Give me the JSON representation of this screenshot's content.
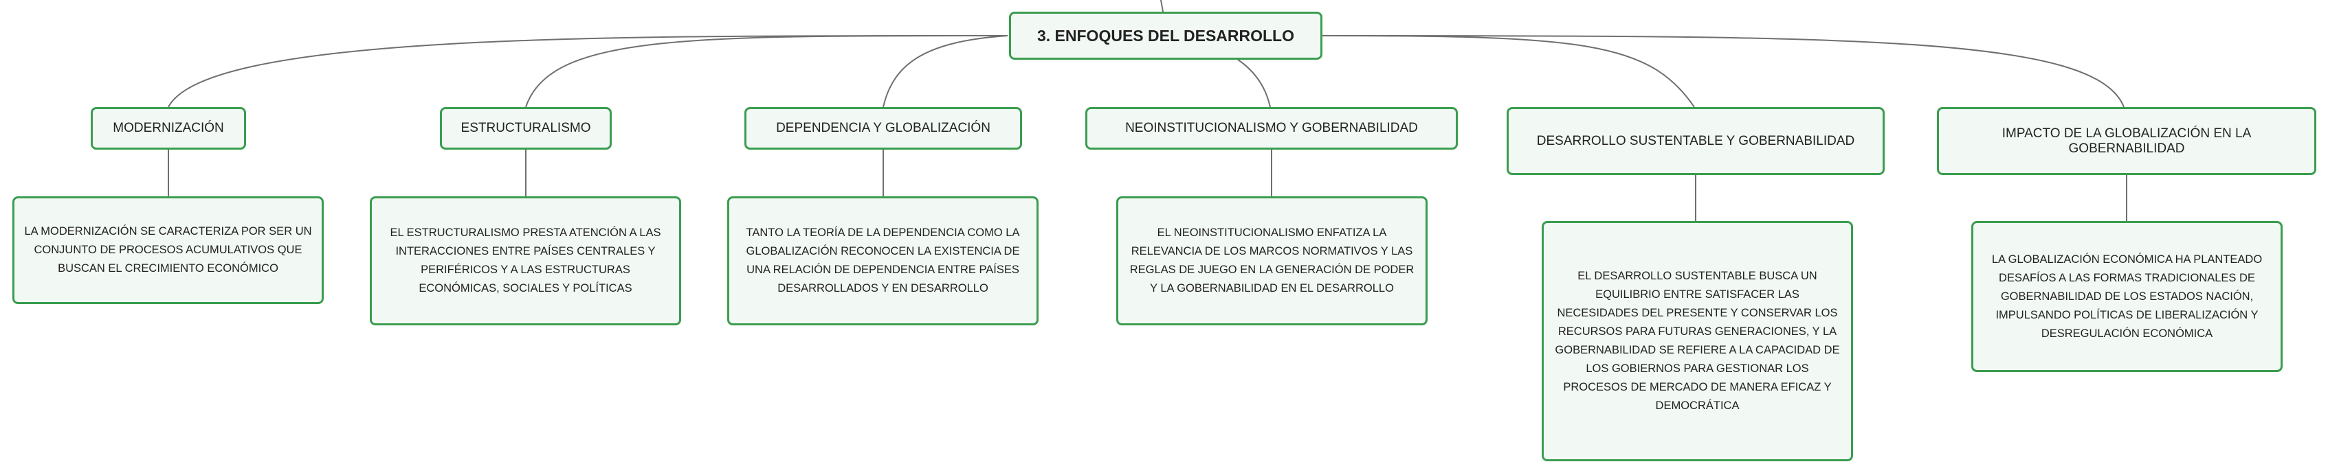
{
  "root": {
    "label": "3. ENFOQUES DEL DESARROLLO"
  },
  "branches": [
    {
      "label": "MODERNIZACIÓN",
      "description": "LA MODERNIZACIÓN SE CARACTERIZA POR SER UN CONJUNTO DE PROCESOS ACUMULATIVOS QUE BUSCAN EL CRECIMIENTO ECONÓMICO"
    },
    {
      "label": "ESTRUCTURALISMO",
      "description": "EL ESTRUCTURALISMO PRESTA ATENCIÓN A LAS INTERACCIONES ENTRE PAÍSES CENTRALES Y PERIFÉRICOS Y A LAS ESTRUCTURAS ECONÓMICAS, SOCIALES Y POLÍTICAS"
    },
    {
      "label": "DEPENDENCIA Y GLOBALIZACIÓN",
      "description": "TANTO LA TEORÍA DE LA DEPENDENCIA COMO LA GLOBALIZACIÓN RECONOCEN LA EXISTENCIA DE UNA RELACIÓN DE DEPENDENCIA ENTRE PAÍSES DESARROLLADOS Y EN DESARROLLO"
    },
    {
      "label": "NEOINSTITUCIONALISMO Y GOBERNABILIDAD",
      "description": "EL NEOINSTITUCIONALISMO ENFATIZA LA RELEVANCIA DE LOS MARCOS NORMATIVOS Y LAS REGLAS DE JUEGO EN LA GENERACIÓN DE PODER Y LA GOBERNABILIDAD EN EL DESARROLLO"
    },
    {
      "label": "DESARROLLO SUSTENTABLE Y GOBERNABILIDAD",
      "description": "EL DESARROLLO SUSTENTABLE BUSCA UN EQUILIBRIO ENTRE SATISFACER LAS NECESIDADES DEL PRESENTE Y CONSERVAR LOS RECURSOS PARA FUTURAS GENERACIONES, Y LA GOBERNABILIDAD SE REFIERE A LA CAPACIDAD DE LOS GOBIERNOS PARA GESTIONAR LOS PROCESOS DE MERCADO DE MANERA EFICAZ Y DEMOCRÁTICA"
    },
    {
      "label": "IMPACTO DE LA GLOBALIZACIÓN EN LA GOBERNABILIDAD",
      "description": "LA GLOBALIZACIÓN ECONÓMICA HA PLANTEADO DESAFÍOS A LAS FORMAS TRADICIONALES DE GOBERNABILIDAD DE LOS ESTADOS NACIÓN, IMPULSANDO POLÍTICAS DE LIBERALIZACIÓN Y DESREGULACIÓN ECONÓMICA"
    }
  ],
  "colors": {
    "border": "#3a9d4f",
    "fill": "#f2f9f4",
    "line": "#6f6f6f",
    "text": "#222222"
  }
}
